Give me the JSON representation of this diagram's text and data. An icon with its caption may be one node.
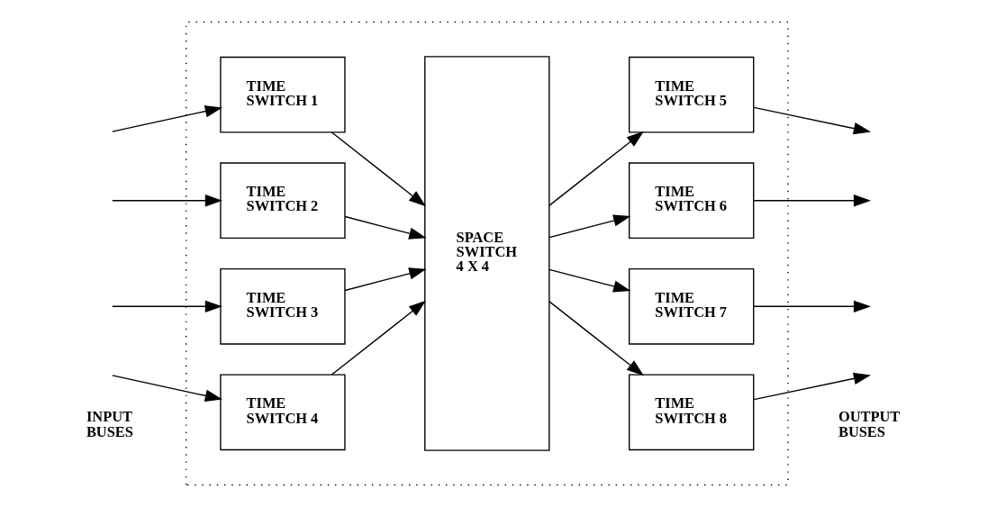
{
  "diagram": {
    "nodes": [
      {
        "text": [],
        "shape": "box"
      },
      {
        "text": [
          "TIME SWITCH 1"
        ],
        "in": 0
      },
      {
        "text": [
          "TIME SWITCH 2"
        ],
        "in": 0
      },
      {
        "text": [
          "TIME SWITCH 3"
        ],
        "in": 0
      },
      {
        "text": [
          "TIME SWITCH 4"
        ],
        "in": 0
      },
      {
        "text": [
          "SPACE SWITCH 4 X 4"
        ],
        "in": 0
      },
      {
        "text": [
          "TIME SWITCH 5"
        ],
        "in": 0
      },
      {
        "text": [
          "TIME SWITCH 6"
        ],
        "in": 0
      },
      {
        "text": [
          "TIME SWITCH 7"
        ],
        "in": 0
      },
      {
        "text": [
          "TIME SWITCH 8"
        ],
        "in": 0
      }
    ],
    "edges": [
      {
        "from": null,
        "to": 1,
        "arrow": "to"
      },
      {
        "from": null,
        "to": 2,
        "arrow": "to"
      },
      {
        "from": null,
        "to": 3,
        "arrow": "to"
      },
      {
        "from": null,
        "to": 4,
        "arrow": "to"
      },
      {
        "from": 1,
        "to": 5,
        "arrow": "to"
      },
      {
        "from": 2,
        "to": 5,
        "arrow": "to"
      },
      {
        "from": 3,
        "to": 5,
        "arrow": "to"
      },
      {
        "from": 4,
        "to": 5,
        "arrow": "to"
      },
      {
        "from": 5,
        "to": 6,
        "arrow": "to"
      },
      {
        "from": 5,
        "to": 7,
        "arrow": "to"
      },
      {
        "from": 5,
        "to": 8,
        "arrow": "to"
      },
      {
        "from": 5,
        "to": 9,
        "arrow": "to"
      },
      {
        "from": 6,
        "to": null,
        "arrow": "to"
      },
      {
        "from": 7,
        "to": null,
        "arrow": "to"
      },
      {
        "from": 8,
        "to": null,
        "arrow": "to"
      },
      {
        "from": 9,
        "to": null,
        "arrow": "to"
      }
    ],
    "labels": [
      "INPUT BUSES",
      "OUTPUT BUSES"
    ]
  }
}
